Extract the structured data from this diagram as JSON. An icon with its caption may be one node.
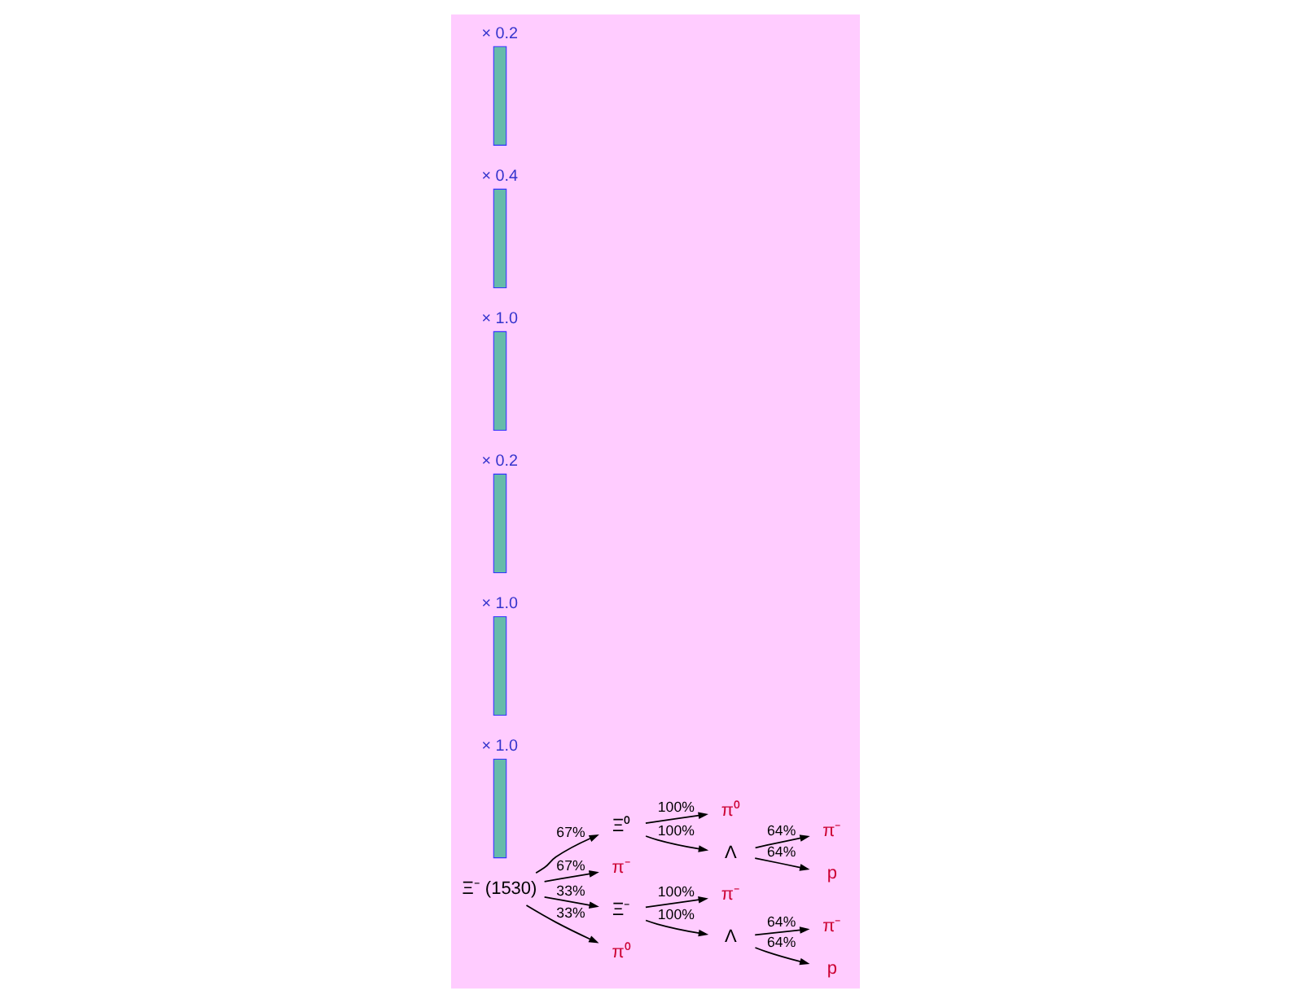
{
  "diagram": {
    "nodes": [
      {
        "text": [
          "Ξ⁻ (1530)"
        ]
      },
      {
        "text": [
          "Ξ⁰"
        ]
      },
      {
        "text": [
          "π⁻"
        ]
      },
      {
        "text": [
          "π⁰"
        ]
      },
      {
        "text": [
          "Λ"
        ]
      },
      {
        "text": [
          "π⁻"
        ]
      },
      {
        "text": [
          "p"
        ]
      },
      {
        "text": [
          "Ξ⁻"
        ]
      },
      {
        "text": [
          "π⁰"
        ]
      },
      {
        "text": [
          "π⁻"
        ]
      },
      {
        "text": [
          "Λ"
        ]
      },
      {
        "text": [
          "π⁻"
        ]
      },
      {
        "text": [
          "p"
        ]
      },
      {
        "text": [
          "× 1.0"
        ]
      },
      {
        "text": [
          "× 1.0"
        ]
      },
      {
        "text": [
          "× 0.2"
        ]
      },
      {
        "text": [
          "× 1.0"
        ]
      },
      {
        "text": [
          "× 0.4"
        ]
      },
      {
        "text": [
          "× 0.2"
        ]
      }
    ],
    "edges": [
      {
        "from": 0,
        "to": 1,
        "arrow": "to",
        "label": "67%"
      },
      {
        "from": 0,
        "to": 2,
        "arrow": "to",
        "label": "67%"
      },
      {
        "from": 1,
        "to": 3,
        "arrow": "to",
        "label": "100%"
      },
      {
        "from": 1,
        "to": 4,
        "arrow": "to",
        "label": "100%"
      },
      {
        "from": 4,
        "to": 5,
        "arrow": "to",
        "label": "64%"
      },
      {
        "from": 4,
        "to": 6,
        "arrow": "to",
        "label": "64%"
      },
      {
        "from": 0,
        "to": 7,
        "arrow": "to",
        "label": "33%"
      },
      {
        "from": 0,
        "to": 8,
        "arrow": "to",
        "label": "33%"
      },
      {
        "from": 7,
        "to": 9,
        "arrow": "to",
        "label": "100%"
      },
      {
        "from": 7,
        "to": 10,
        "arrow": "to",
        "label": "100%"
      },
      {
        "from": 10,
        "to": 11,
        "arrow": "to",
        "label": "64%"
      },
      {
        "from": 10,
        "to": 12,
        "arrow": "to",
        "label": "64%"
      }
    ]
  }
}
